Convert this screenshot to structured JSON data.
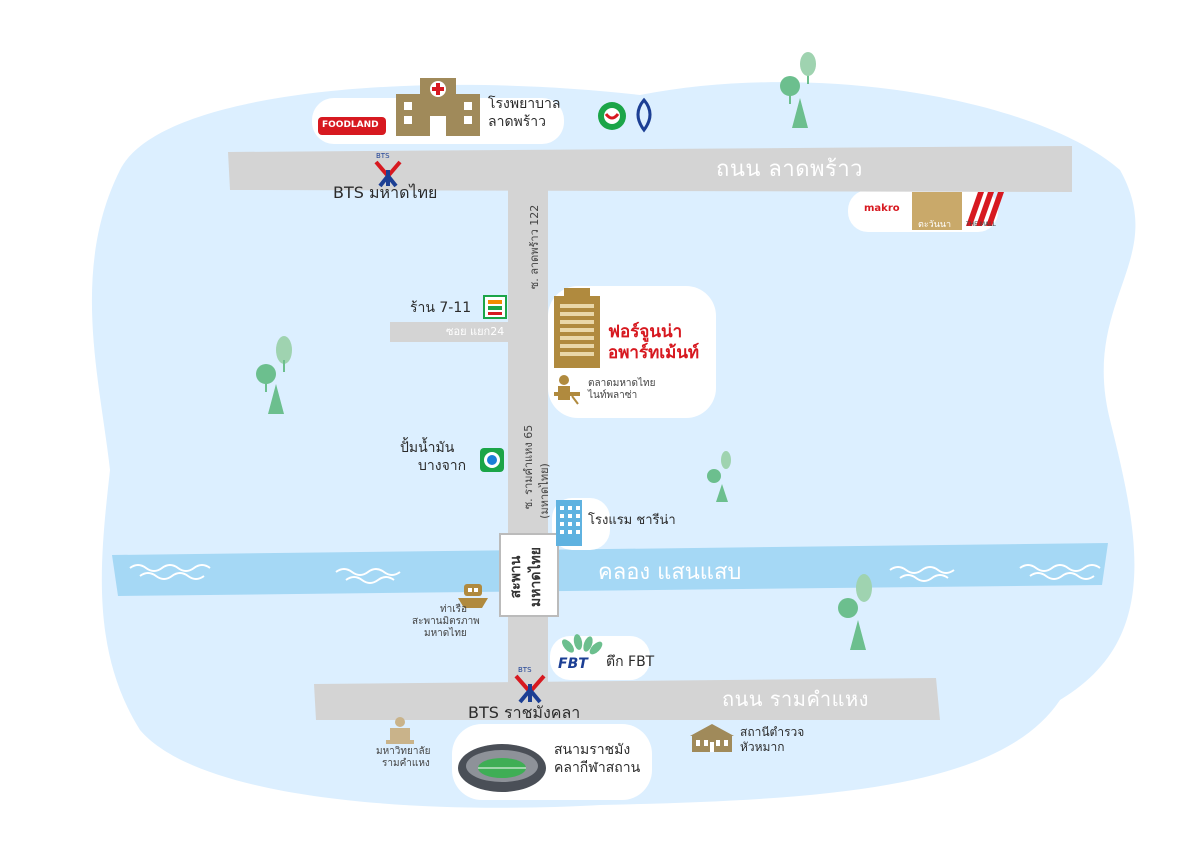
{
  "roads": {
    "ladprao": "ถนน ลาดพร้าว",
    "ramkhamhaeng": "ถนน รามคำแหง",
    "soi_ladprao_122": "ซ. ลาดพร้าว 122",
    "soi_ramkhamhaeng_65": "ซ. รามคำแหง 65",
    "soi_ramkhamhaeng_65_sub": "(มหาดไทย)",
    "soi_yaek_24": "ซอย แยก24",
    "bridge": "สะพาน",
    "bridge_line2": "มหาดไทย"
  },
  "canal": {
    "label": "คลอง แสนแสบ"
  },
  "places": {
    "hospital": [
      "โรงพยาบาล",
      "ลาดพร้าว"
    ],
    "foodland": "FOODLAND",
    "bts_mahadthai": "BTS มหาดไทย",
    "bts_ratchamangkhala": "BTS ราชมังคลา",
    "bts_badge": "BTS",
    "seven_eleven": "ร้าน 7-11",
    "fortune": [
      "ฟอร์จูนน่า",
      "อพาร์ทเม้นท์"
    ],
    "market": [
      "ตลาดมหาดไทย",
      "ไนท์พลาซ่า"
    ],
    "gas": [
      "ปั้มน้ำมัน",
      "บางจาก"
    ],
    "hotel": "โรงแรม ชารีน่า",
    "pier": [
      "ท่าเรือ",
      "สะพานมิตรภาพ",
      "มหาดไทย"
    ],
    "fbt": "ตึก FBT",
    "fbt_logo": "FBT",
    "university": [
      "มหาวิทยาลัย",
      "รามคำแหง"
    ],
    "stadium": [
      "สนามราชมัง",
      "คลากีฬาสถาน"
    ],
    "police": [
      "สถานีตำรวจ",
      "หัวหมาก"
    ],
    "makro": "makro",
    "tawanna": "ตะวันนา",
    "the_mall": "THE MALL"
  },
  "colors": {
    "water": "#dcefff",
    "canal": "#a5d8f5",
    "road": "#d4d4d4",
    "accent_red": "#d71920",
    "tree": "#6cbf8e"
  }
}
